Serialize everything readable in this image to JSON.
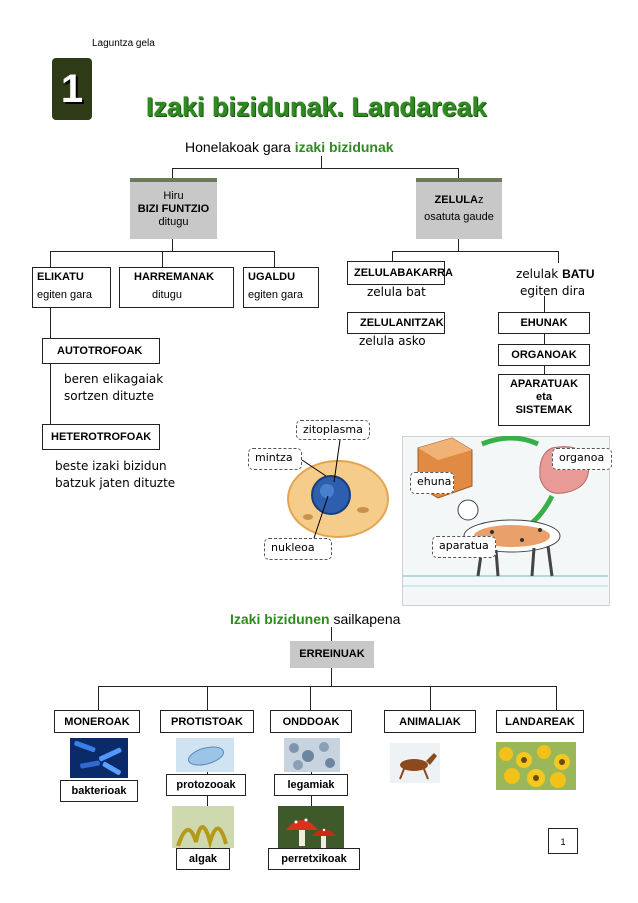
{
  "header": {
    "label": "Laguntza gela",
    "number": "1",
    "title": "Izaki bizidunak. Landareak"
  },
  "intro": {
    "prefix": "Honelakoak gara",
    "highlight": "izaki bizidunak"
  },
  "branches": {
    "functions": {
      "line1": "Hiru",
      "line2": "BIZI FUNTZIO",
      "line3": "ditugu"
    },
    "cells": {
      "line1": "ZELULA",
      "suffix": "z",
      "line2": "osatuta gaude"
    }
  },
  "functions": [
    {
      "title": "ELIKATU",
      "sub": "egiten gara"
    },
    {
      "title": "HARREMANAK",
      "sub": "ditugu"
    },
    {
      "title": "UGALDU",
      "sub": "egiten gara"
    }
  ],
  "nutrition": {
    "auto": {
      "title": "AUTOTROFOAK",
      "desc1": "beren elikagaiak",
      "desc2": "sortzen dituzte"
    },
    "hetero": {
      "title": "HETEROTROFOAK",
      "desc1": "beste izaki bizidun",
      "desc2": "batzuk jaten dituzte"
    }
  },
  "cell_types": {
    "uni": {
      "title": "ZELULABAKARRA",
      "desc": "zelula bat"
    },
    "multi": {
      "title": "ZELULANITZAK",
      "desc": "zelula asko"
    },
    "join": {
      "pre": "zelulak",
      "bold": "BATU",
      "line2a": "egiten",
      "line2b": "dira"
    },
    "hierarchy": [
      "EHUNAK",
      "ORGANOAK"
    ],
    "systems": {
      "line1": "APARATUAK",
      "line2": "eta",
      "line3": "SISTEMAK"
    }
  },
  "cell_labels": {
    "cytoplasm": "zitoplasma",
    "membrane": "mintza",
    "nucleus": "nukleoa"
  },
  "organ_labels": {
    "tissue": "ehuna",
    "organ": "organoa",
    "system": "aparatua"
  },
  "classification": {
    "title_highlight": "Izaki bizidunen",
    "title_rest": "sailkapena",
    "root": "ERREINUAK",
    "kingdoms": [
      "MONEROAK",
      "PROTISTOAK",
      "ONDDOAK",
      "ANIMALIAK",
      "LANDAREAK"
    ],
    "examples": {
      "monera": "bakterioak",
      "protist1": "protozooak",
      "protist2": "algak",
      "fungi1": "legamiak",
      "fungi2": "perretxikoak"
    }
  },
  "page_number": "1",
  "colors": {
    "accent_green": "#2f8a1f",
    "box_grey": "#c8c8c8",
    "box_top": "#6b7a59"
  }
}
